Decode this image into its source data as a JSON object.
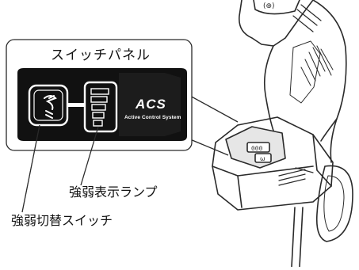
{
  "panel": {
    "title": "スイッチパネル",
    "logo": "ACS",
    "logo_subtitle": "Active Control System"
  },
  "callouts": {
    "lamp": "強弱表示ランプ",
    "switch": "強弱切替スイッチ"
  },
  "tool": {
    "panel_digits": "000",
    "panel_glyph": "ω",
    "top_marking": "(⊕)"
  },
  "colors": {
    "panel_black": "#111111",
    "outline": "#2a2a2a",
    "tool_shade": "#d9d9d9",
    "background": "#ffffff"
  },
  "icons": [
    "impact-mode-icon",
    "strength-lamp-icon",
    "acs-logo"
  ]
}
